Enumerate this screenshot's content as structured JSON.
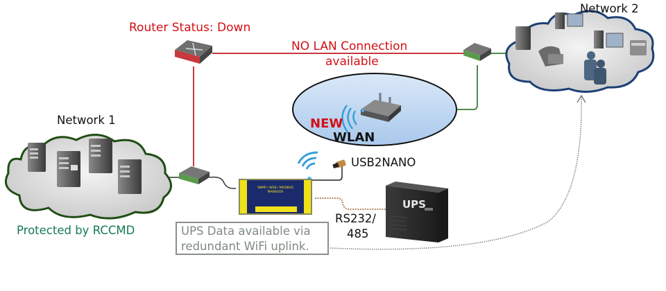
{
  "labels": {
    "router_status": "Router Status: Down",
    "no_lan_line1": "NO LAN Connection",
    "no_lan_line2": "available",
    "network1": "Network 1",
    "network2": "Network 2",
    "new_badge": "NEW",
    "wlan": "WLAN",
    "usb2nano": "USB2NANO",
    "rs232_line1": "RS232/",
    "rs232_line2": "485",
    "protected": "Protected by RCCMD",
    "ups_note_line1": "UPS Data available via",
    "ups_note_line2": "redundant WiFi uplink.",
    "ups_device": "UPS",
    "manager_line1": "SNMP / WEB / MODBUS",
    "manager_line2": "MANAGER"
  },
  "colors": {
    "down_link": "#c8383c",
    "ok_link": "#4e8a4a",
    "status_text": "#d40f14",
    "protected_text": "#157a52",
    "wlan_ellipse": "#bcd6f2",
    "network1_outline": "#1f4d14",
    "network2_outline": "#1a3f73",
    "manager_body": "#1b2a6b",
    "manager_trim": "#f0e21a"
  },
  "nodes": [
    {
      "id": "router",
      "icon": "router-icon",
      "status": "down"
    },
    {
      "id": "switch-network2",
      "icon": "switch-icon",
      "status": "up"
    },
    {
      "id": "switch-network1",
      "icon": "switch-icon",
      "status": "up"
    },
    {
      "id": "wlan-access-point",
      "icon": "wifi-router-icon"
    },
    {
      "id": "snmp-manager",
      "icon": "snmp-card-icon"
    },
    {
      "id": "usb2nano",
      "icon": "usb-wifi-dongle-icon"
    },
    {
      "id": "ups",
      "icon": "ups-icon"
    }
  ]
}
